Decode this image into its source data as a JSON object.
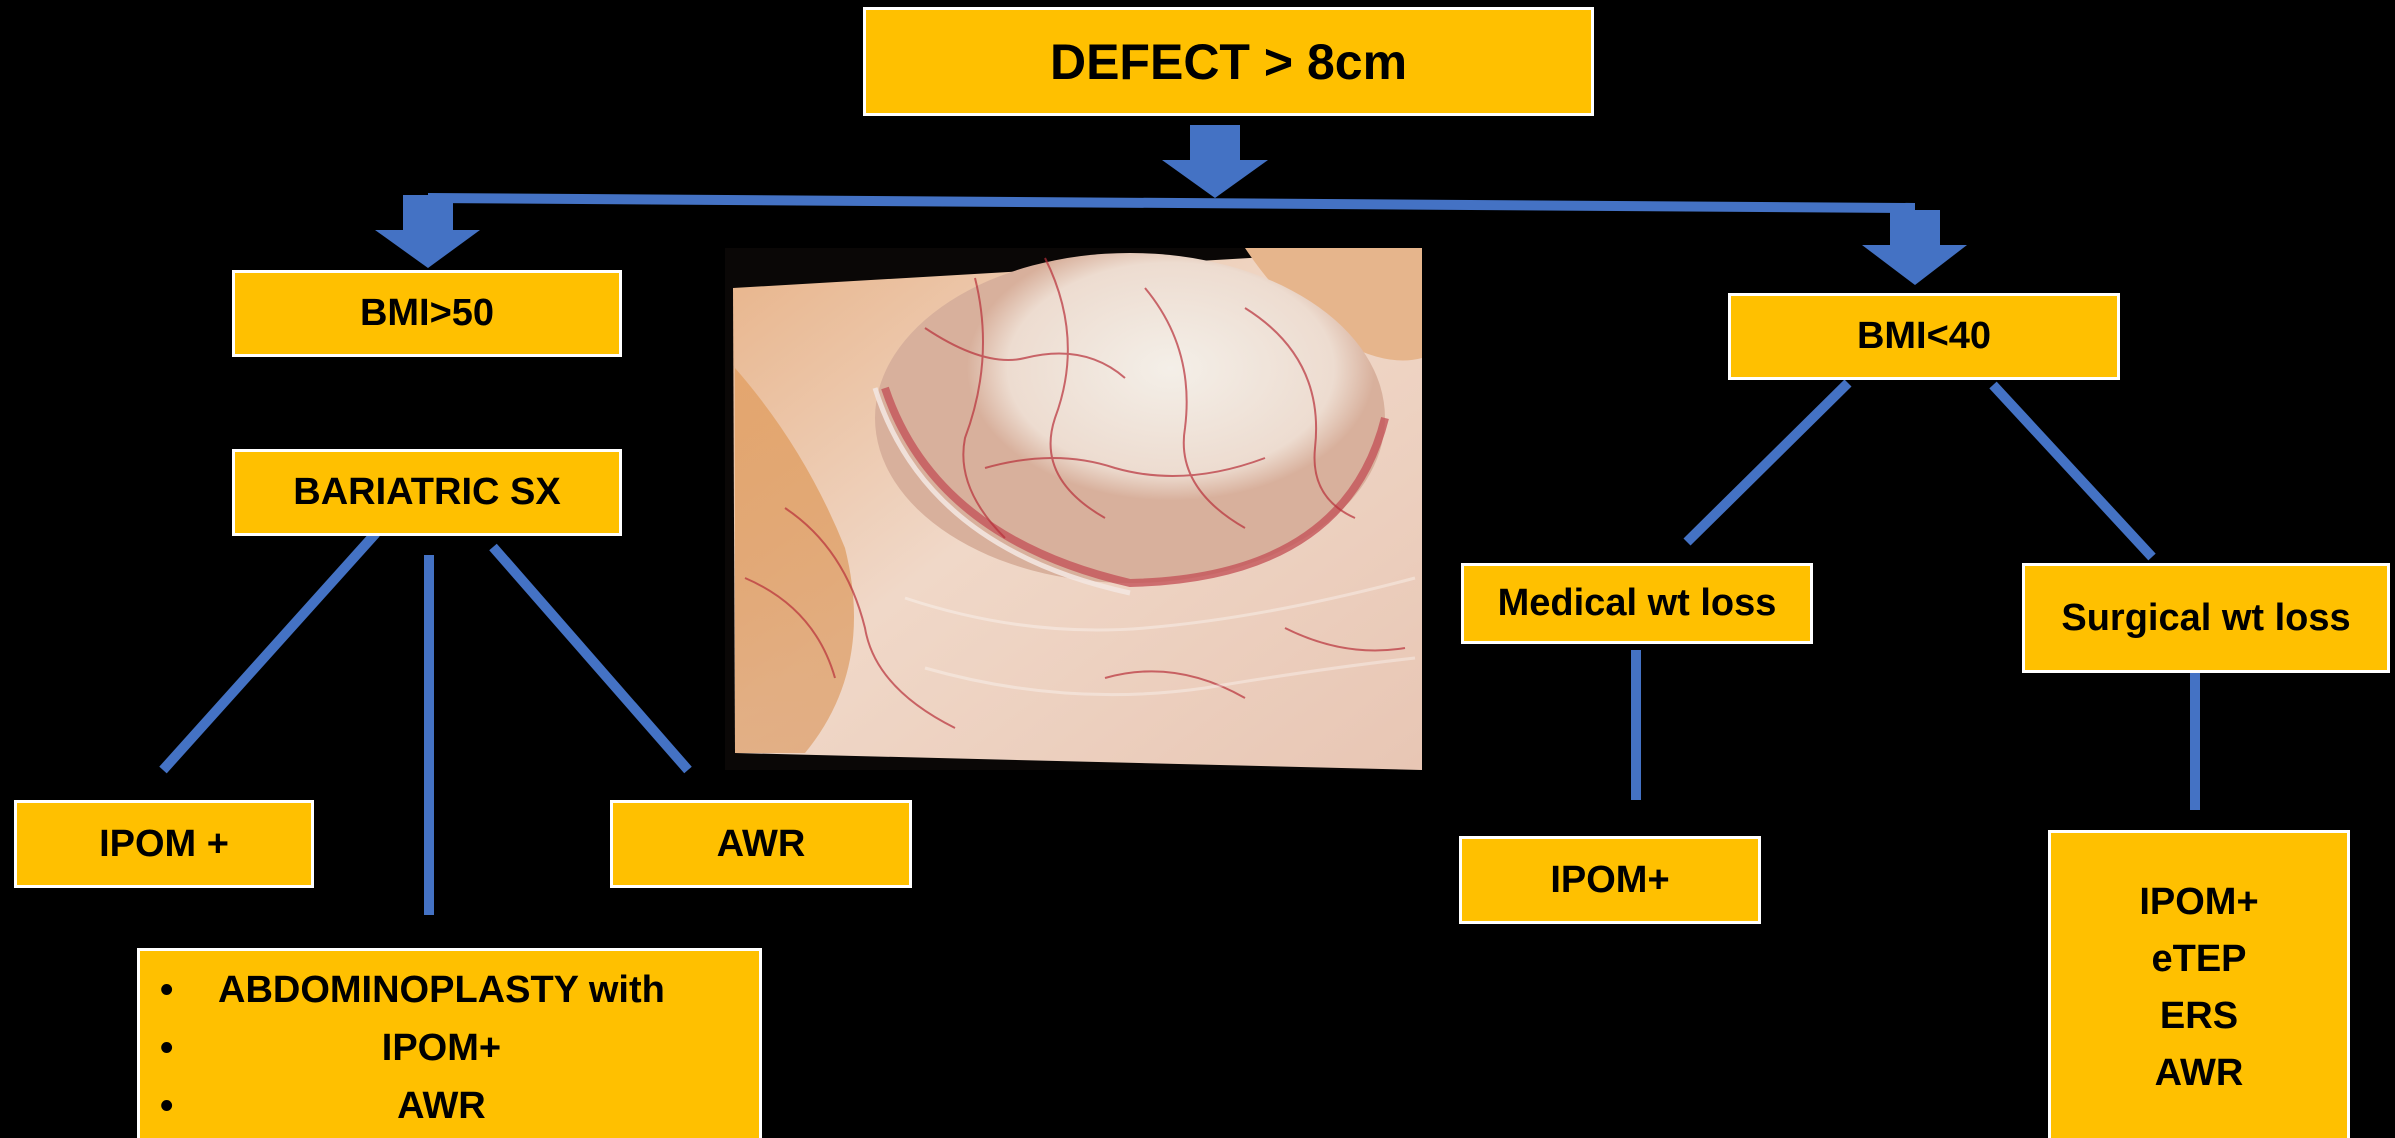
{
  "title": "DEFECT > 8cm",
  "left": {
    "bmi": "BMI>50",
    "procedure": "BARIATRIC SX",
    "options": [
      "IPOM +",
      "AWR"
    ],
    "bullets": [
      "ABDOMINOPLASTY with",
      "IPOM+",
      "AWR"
    ]
  },
  "right": {
    "bmi": "BMI<40",
    "medical": {
      "label": "Medical wt loss",
      "outcome": "IPOM+"
    },
    "surgical": {
      "label": "Surgical wt loss",
      "outcomes": [
        "IPOM+",
        "eTEP",
        "ERS",
        "AWR"
      ]
    }
  },
  "colors": {
    "box_fill": "#ffc000",
    "box_border": "#ffffff",
    "connector": "#4472c4",
    "background": "#000000"
  }
}
